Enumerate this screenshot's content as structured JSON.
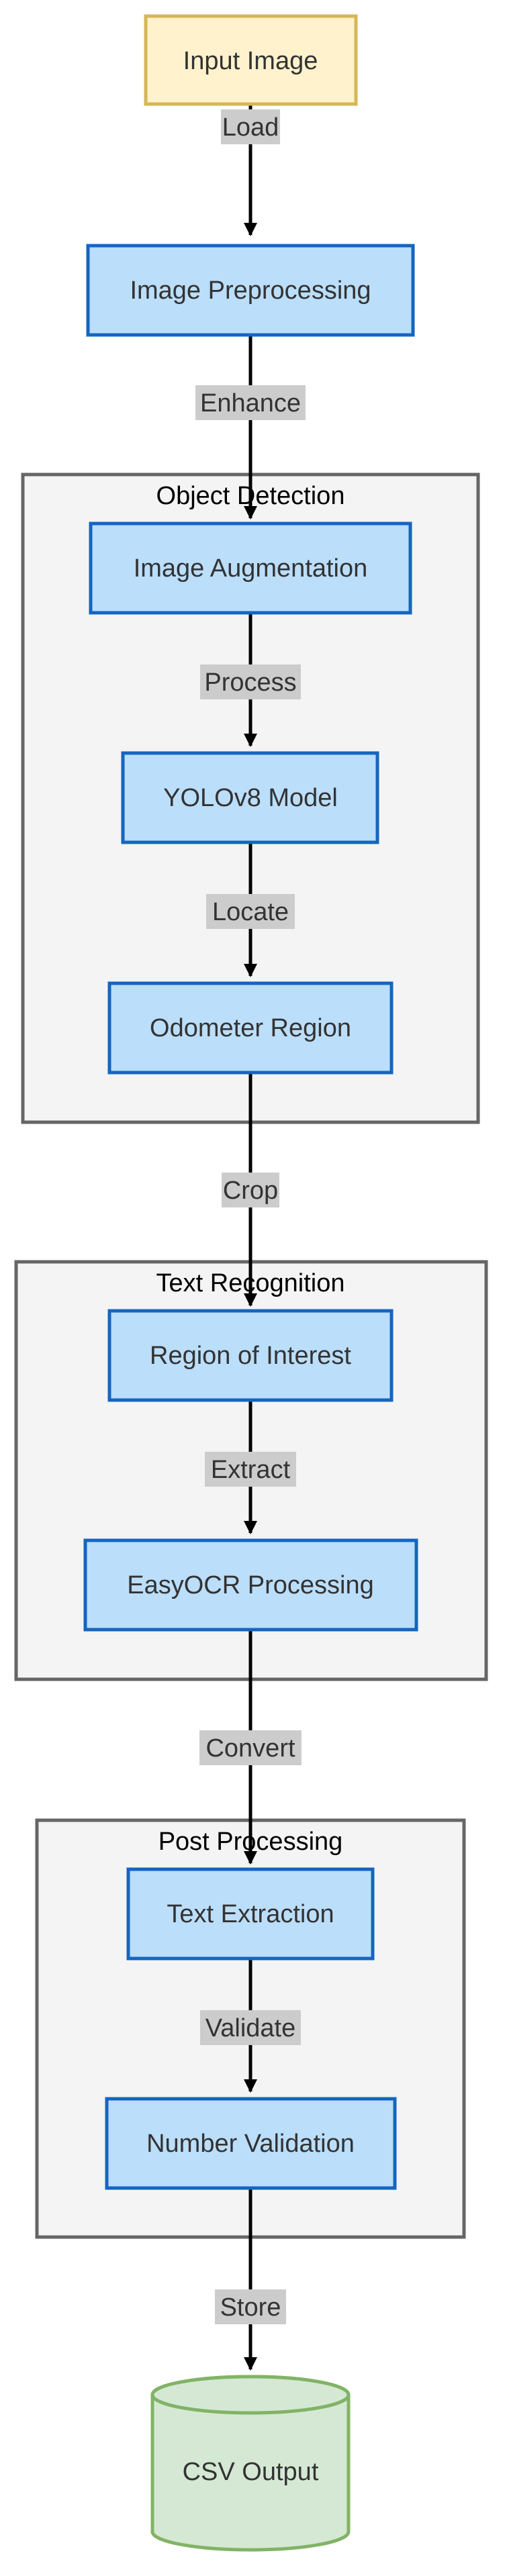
{
  "nodes": {
    "input_image": "Input Image",
    "image_preprocessing": "Image Preprocessing",
    "image_augmentation": "Image Augmentation",
    "yolov8_model": "YOLOv8 Model",
    "odometer_region": "Odometer Region",
    "region_of_interest": "Region of Interest",
    "easyocr_processing": "EasyOCR Processing",
    "text_extraction": "Text Extraction",
    "number_validation": "Number Validation",
    "csv_output": "CSV Output"
  },
  "groups": {
    "object_detection": "Object Detection",
    "text_recognition": "Text Recognition",
    "post_processing": "Post Processing"
  },
  "edges": {
    "load": "Load",
    "enhance": "Enhance",
    "process": "Process",
    "locate": "Locate",
    "crop": "Crop",
    "extract": "Extract",
    "convert": "Convert",
    "validate": "Validate",
    "store": "Store"
  },
  "colors": {
    "input_fill": "#fff2cc",
    "input_stroke": "#d6b656",
    "process_fill": "#bbdefb",
    "process_stroke": "#1565c0",
    "group_fill": "#f4f4f4",
    "group_stroke": "#666666",
    "output_fill": "#d5e8d4",
    "output_stroke": "#82b366",
    "edge_label_bg": "#cccccc",
    "line": "#000000"
  }
}
